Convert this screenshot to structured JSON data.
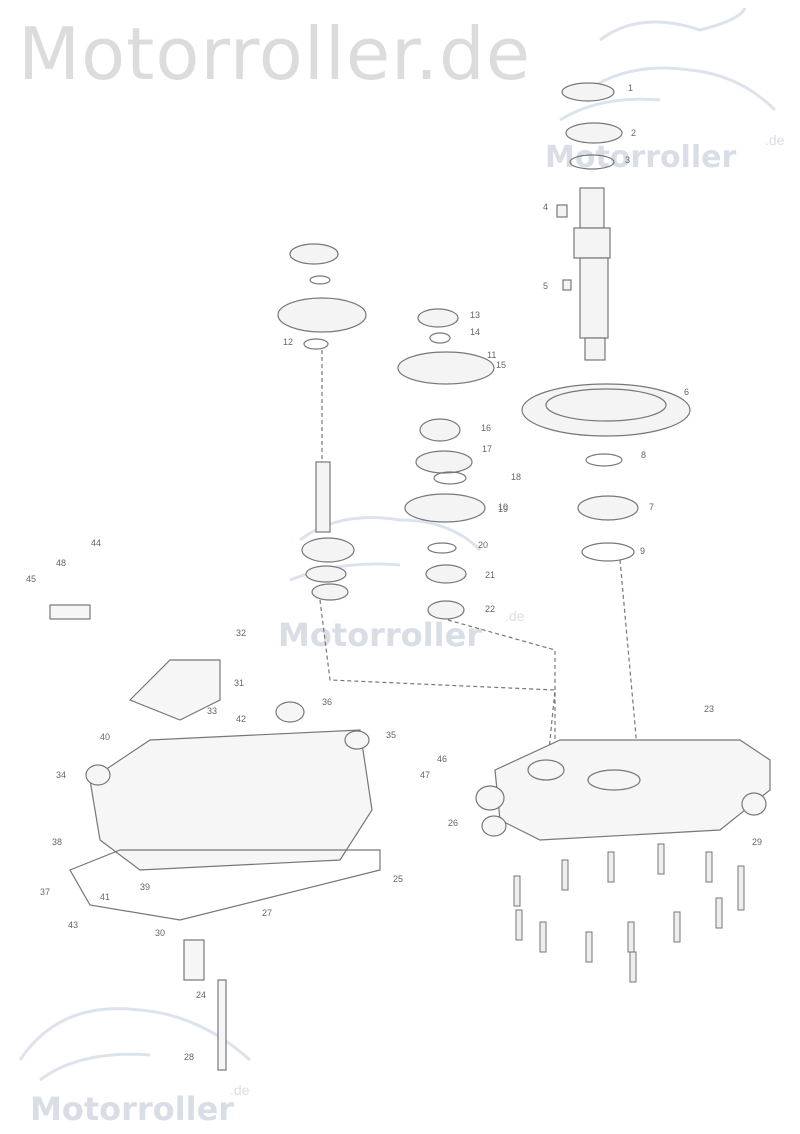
{
  "watermark": {
    "title": "Motorroller.de",
    "brand": "Motorroller",
    "suffix": ".de"
  },
  "callouts": [
    "1",
    "2",
    "3",
    "4",
    "5",
    "6",
    "7",
    "8",
    "9",
    "10",
    "11",
    "12",
    "13",
    "14",
    "15",
    "16",
    "17",
    "18",
    "19",
    "20",
    "21",
    "22",
    "23",
    "24",
    "25",
    "26",
    "27",
    "28",
    "29",
    "30",
    "31",
    "32",
    "33",
    "34",
    "35",
    "36",
    "37",
    "38",
    "39",
    "40",
    "41",
    "42",
    "43",
    "44",
    "45",
    "46",
    "47",
    "48"
  ],
  "colors": {
    "line": "#777777",
    "ink": "#555555",
    "watermark": "#dcdcdc",
    "watermark_blue": "#d9dee6"
  }
}
